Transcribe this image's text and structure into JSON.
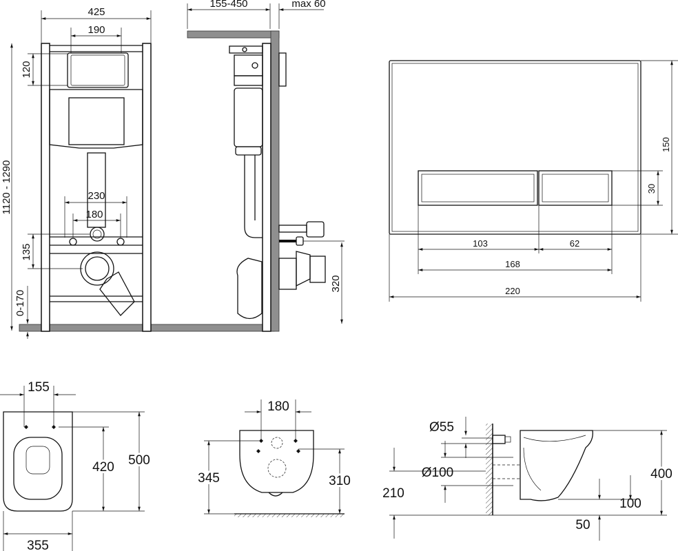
{
  "front_view": {
    "width_total": "425",
    "width_button_area": "190",
    "height_total": "1120 - 1290",
    "button_height": "120",
    "stud_spacing_outer": "230",
    "stud_spacing_inner": "180",
    "drain_offset": "135",
    "floor_adjust": "0-170"
  },
  "side_view": {
    "depth_range": "155-450",
    "max_wall": "max 60",
    "drain_height": "320"
  },
  "flush_plate": {
    "height": "150",
    "button_height": "30",
    "left_button": "103",
    "right_button": "62",
    "buttons_total": "168",
    "width": "220"
  },
  "bowl_top": {
    "hole_spacing": "155",
    "hole_depth": "420",
    "length": "500",
    "width": "355"
  },
  "bowl_front": {
    "hole_spacing": "180",
    "height_left": "345",
    "height_right": "310"
  },
  "bowl_side": {
    "inlet_diameter": "Ø55",
    "outlet_diameter": "Ø100",
    "outlet_height": "210",
    "height": "400",
    "offset_100": "100",
    "offset_50": "50"
  }
}
